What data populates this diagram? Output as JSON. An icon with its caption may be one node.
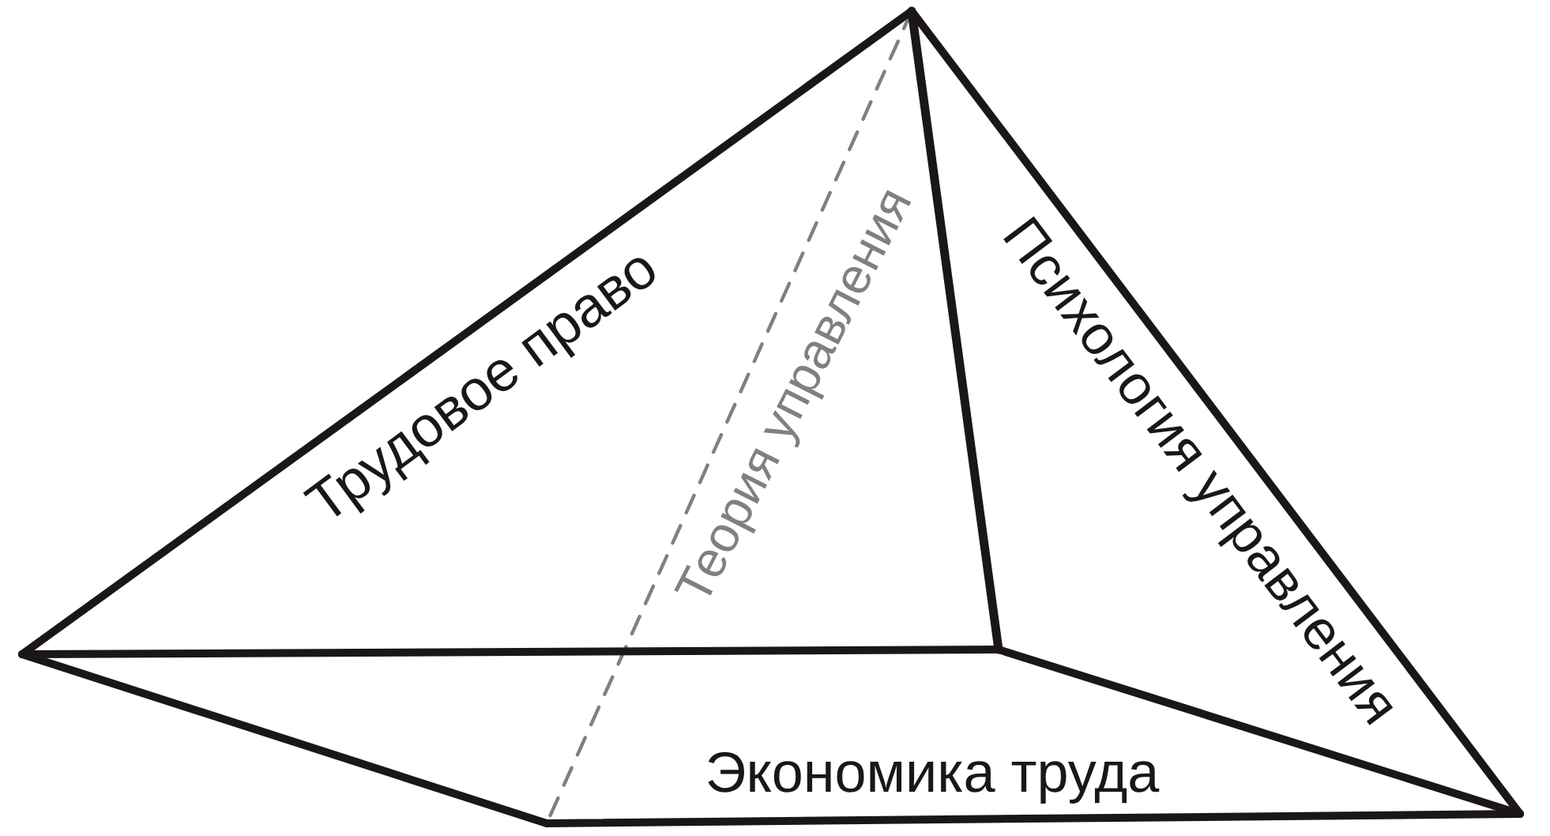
{
  "diagram": {
    "labels": [
      "Трудовое право",
      "Теория управления",
      "Психология управления",
      "Экономика труда"
    ]
  }
}
